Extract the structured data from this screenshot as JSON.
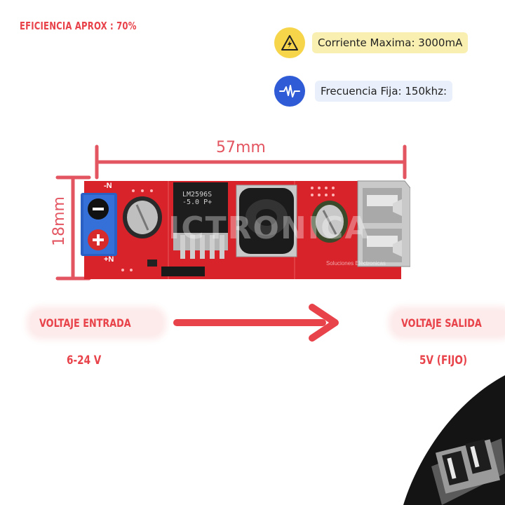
{
  "efficiency": "EFICIENCIA APROX : 70%",
  "specs": {
    "current": {
      "label": "Corriente Maxima: 3000mA",
      "icon": "warning-icon",
      "color": "#f6d54a"
    },
    "frequency": {
      "label": "Frecuencia Fija: 150khz:",
      "icon": "waveform-icon",
      "color": "#2f5bd6"
    }
  },
  "dimensions": {
    "width": "57mm",
    "height": "18mm"
  },
  "board": {
    "chip_marking": [
      "LM2596S",
      "-5.0 P+"
    ],
    "watermark": "ICTRONICA",
    "watermark_sub": "Soluciones Electronicas",
    "terminal_minus": "-N",
    "terminal_plus": "+N"
  },
  "input": {
    "label": "VOLTAJE ENTRADA",
    "value": "6-24 V"
  },
  "output": {
    "label": "VOLTAJE SALIDA",
    "value": "5V (FIJO)"
  },
  "colors": {
    "accent": "#e8434a",
    "board": "#d8232a",
    "usb_metal": "#c9c9c9"
  }
}
